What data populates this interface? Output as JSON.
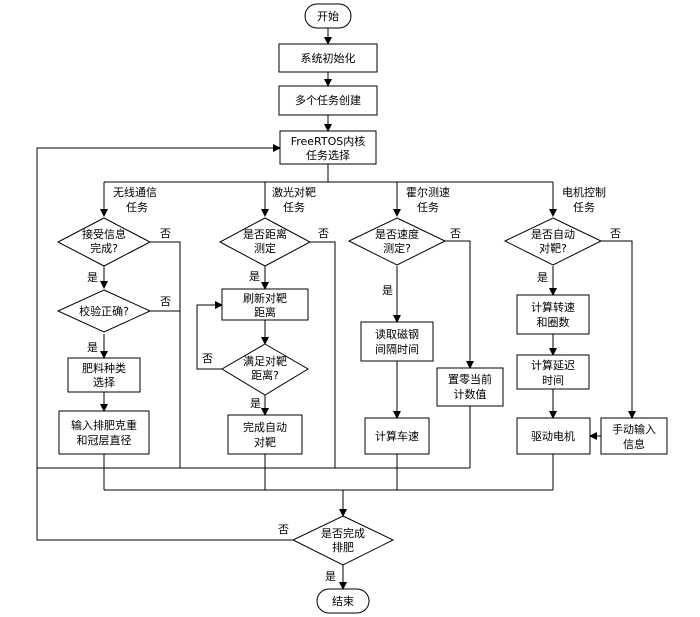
{
  "start": "开始",
  "init": "系统初始化",
  "create": "多个任务创建",
  "scheduler": [
    "FreeRTOS内核",
    "任务选择"
  ],
  "tasks": {
    "wireless": [
      "无线通信",
      "任务"
    ],
    "laser": [
      "激光对靶",
      "任务"
    ],
    "hall": [
      "霍尔测速",
      "任务"
    ],
    "motor": [
      "电机控制",
      "任务"
    ]
  },
  "branch1": {
    "q_recv": [
      "接受信息",
      "完成?"
    ],
    "q_check": "校验正确?",
    "fert_type": [
      "肥料种类",
      "选择"
    ],
    "input": [
      "输入排肥克重",
      "和冠层直径"
    ]
  },
  "branch2": {
    "q_ranged": [
      "是否距离",
      "测定"
    ],
    "refresh": [
      "刷新对靶",
      "距离"
    ],
    "q_meet": [
      "满足对靶",
      "距离?"
    ],
    "done": [
      "完成自动",
      "对靶"
    ]
  },
  "branch3": {
    "q_speed": [
      "是否速度",
      "测定?"
    ],
    "read": [
      "读取磁钢",
      "间隔时间"
    ],
    "reset": [
      "置零当前",
      "计数值"
    ],
    "calc": "计算车速"
  },
  "branch4": {
    "q_auto": [
      "是否自动",
      "对靶?"
    ],
    "calc_speed": [
      "计算转速",
      "和圈数"
    ],
    "calc_delay": [
      "计算延迟",
      "时间"
    ],
    "drive": "驱动电机",
    "manual": [
      "手动输入",
      "信息"
    ]
  },
  "final_q": [
    "是否完成",
    "排肥"
  ],
  "end": "结束",
  "yes": "是",
  "no": "否"
}
